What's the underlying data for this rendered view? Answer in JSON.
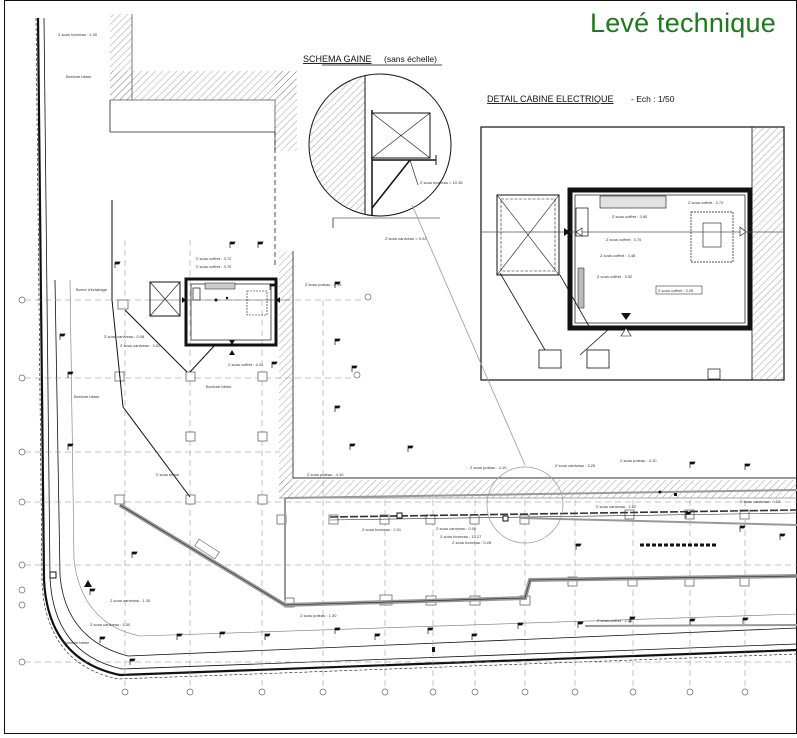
{
  "title": "Levé technique",
  "colors": {
    "title": "#1b7a1b",
    "line": "#111111",
    "grey": "#9a9a9a"
  },
  "schema_gaine": {
    "label": "SCHEMA GAINE",
    "note": "(sans échelle)",
    "callouts": [
      "Z sous fourreau = 10.36",
      "Z sous caniveau = 9.22"
    ]
  },
  "detail_cabine": {
    "label": "DETAIL CABINE ELECTRIQUE",
    "scale": "- Ech : 1/50",
    "callouts": [
      "Z sous coffret : 3.60",
      "Z sous coffret : 3.72",
      "Z sous coffret : 3.70",
      "Z sous coffret : 3.48",
      "Z sous coffret : 3.52",
      "Z sous coffret : 3.28"
    ]
  },
  "plan_labels": [
    "Z sous fourreau : 1.30",
    "Bordure béton",
    "Z sous coffret : 3.72",
    "Z sous coffret : 3.70",
    "Borne d'éclairage",
    "Z sous caniveau : 0.08",
    "Z sous caniveau : 3.52",
    "Z sous poteau : 4.15",
    "Z sous coffret : 4.01",
    "Bordure béton",
    "Z sous béton",
    "Bordure béton",
    "Z sous poteau : 4.10",
    "Z sous poteau : 4.10",
    "Z sous caniveau : 3.25",
    "Z sous poteau : 4.10",
    "Z sous fourreau : 2.91",
    "Z sous caniveau : 0.08",
    "Z sous fourreau : 10.27",
    "Z sous fourreau : 0.28",
    "Z sous caniveau : 2.62",
    "Z sous caniveau : 0.13",
    "Z sous caniveau : 1.30",
    "Z sous caniveau : 1.30",
    "Bordure béton",
    "Z sous coffret : 2.96",
    "Z sous poteau : 1.30"
  ]
}
